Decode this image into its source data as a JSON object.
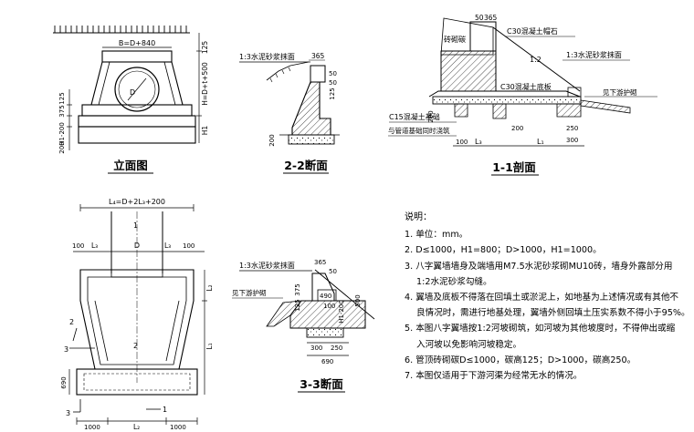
{
  "views": {
    "elevation": {
      "title": "立面图",
      "dims": {
        "top_width": "B=D+840",
        "h_right": "H=D+t+500",
        "h_right_top": "125",
        "left_125": "125",
        "left_375": "375",
        "left_h1": "H1-200",
        "left_200": "200",
        "h1": "H1",
        "d_mark": "D"
      }
    },
    "section_22": {
      "title": "2-2断面",
      "mortar": "1:3水泥砂浆抹面",
      "dims": {
        "d365": "365",
        "d50a": "50",
        "d50b": "50",
        "d125": "125",
        "d200": "200"
      }
    },
    "section_11": {
      "title": "1-1剖面",
      "labels": {
        "cap": "C30混凝土帽石",
        "brick": "砖砌碳",
        "mortar": "1:3水泥砂浆抹面",
        "slope": "1:2",
        "bottom_plate": "C30混凝土底板",
        "base": "C15混凝土基础",
        "pour_note": "与管道基础同时浇筑",
        "protect": "见下游护砌"
      },
      "dims": {
        "top50": "50",
        "top365": "365",
        "d200a": "200",
        "d200b": "200",
        "d250": "250",
        "d300": "300",
        "d100": "100",
        "l3": "L₃",
        "l1": "L₁"
      }
    },
    "plan": {
      "title": "L₄=D+2L₃+200",
      "labels": {
        "d": "D",
        "cut1_top": "1",
        "cut1_bot": "1",
        "cut2_left": "2",
        "cut2_right": "2",
        "cut3_top": "3",
        "cut3_bot": "3"
      },
      "dims": {
        "d100_left": "100",
        "d100_right": "100",
        "l3_left": "L₃",
        "l3_right": "L₃",
        "l2_right": "L₂",
        "l1_right": "L₁",
        "d690": "690",
        "b1000_left": "1000",
        "b_l2": "L₂",
        "b1000_right": "1000"
      }
    },
    "section_33": {
      "title": "3-3断面",
      "labels": {
        "mortar": "1:3水泥砂浆抹面",
        "protect": "见下游护砌"
      },
      "dims": {
        "d365": "365",
        "d50": "50",
        "d375": "375",
        "d125": "125",
        "d490": "490",
        "d100": "100",
        "h1_200": "H1-200",
        "d500": "500",
        "d300": "300",
        "d250": "250",
        "d690": "690"
      }
    }
  },
  "notes": {
    "title": "说明：",
    "items": [
      "1. 单位：mm。",
      "2. D≤1000，H1=800；D>1000，H1=1000。",
      "3. 八字翼墙墙身及端墙用M7.5水泥砂浆砌MU10砖，墙身外露部分用",
      "1:2水泥砂浆勾缝。",
      "4. 翼墙及底板不得落在回填土或淤泥上，如地基为上述情况或有其他不",
      "良情况时，需进行地基处理，翼墙外侧回填土压实系数不得小于95%。",
      "5. 本图八字翼墙按1:2河坡砌筑，如河坡为其他坡度时，不得伸出或缩",
      "入河坡以免影响河坡稳定。",
      "6. 管顶砖砌碳D≤1000，碳高125；D>1000，碳高250。",
      "7. 本图仅适用于下游河渠为经常无水的情况。"
    ]
  }
}
